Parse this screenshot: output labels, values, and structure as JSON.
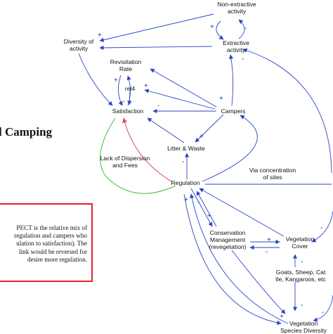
{
  "heading": "l Camping",
  "note_lines": [
    "PECT is the relative mix of",
    "regulation and campers who",
    "ulation to satisfaction). The",
    "link would be reversed for",
    "desire more regulation."
  ],
  "nodes": {
    "nonextractive": "Non-extractive\nactivity",
    "extractive": "Extractive\nactivity",
    "diversity": "Diversity of\nactivity",
    "revisitation": "Revisitation\nRate",
    "rel4": "rel4",
    "satisfaction": "Satisfaction",
    "campers": "Campers",
    "litter": "Litter & Waste",
    "lack_dispersion": "Lack of Dispersion\nand Fees",
    "regulation": "Regulation",
    "via_concentration": "Via concentration\nof sites",
    "conservation": "Conservation\nManagement\n(revegetation)",
    "vegetation_cover": "Vegetation\nCover",
    "goats": "Goats, Sheep, Cat\ntle, Kangaroos, etc",
    "species_diversity": "Vegetation\nSpecies Diversity"
  },
  "colors": {
    "link": "#2a46c8",
    "green_link": "#38c038",
    "red_link": "#e0485e",
    "note_border": "#e1232a"
  }
}
